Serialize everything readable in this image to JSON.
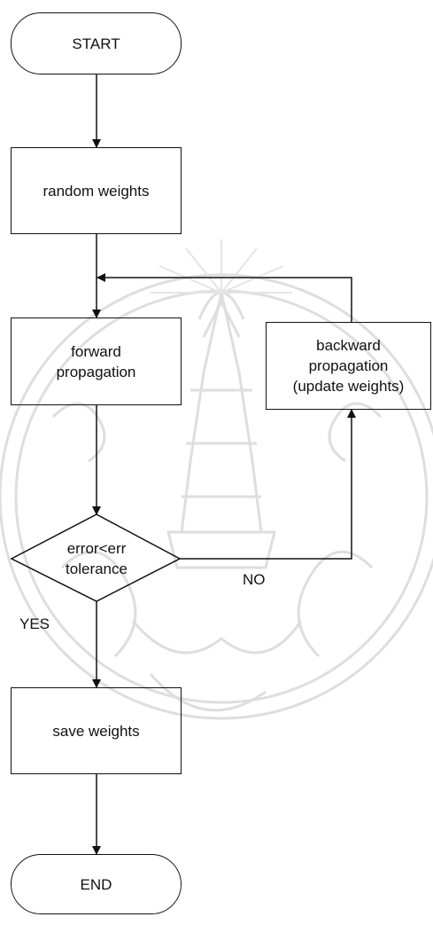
{
  "diagram": {
    "nodes": {
      "start": "START",
      "random_weights": "random weights",
      "forward_propagation": "forward\npropagation",
      "backward_propagation": "backward\npropagation\n(update weights)",
      "decision": "error<err\ntolerance",
      "save_weights": "save weights",
      "end": "END"
    },
    "edge_labels": {
      "no": "NO",
      "yes": "YES"
    }
  },
  "colors": {
    "line": "#111111",
    "watermark": "#d8d8d8"
  }
}
